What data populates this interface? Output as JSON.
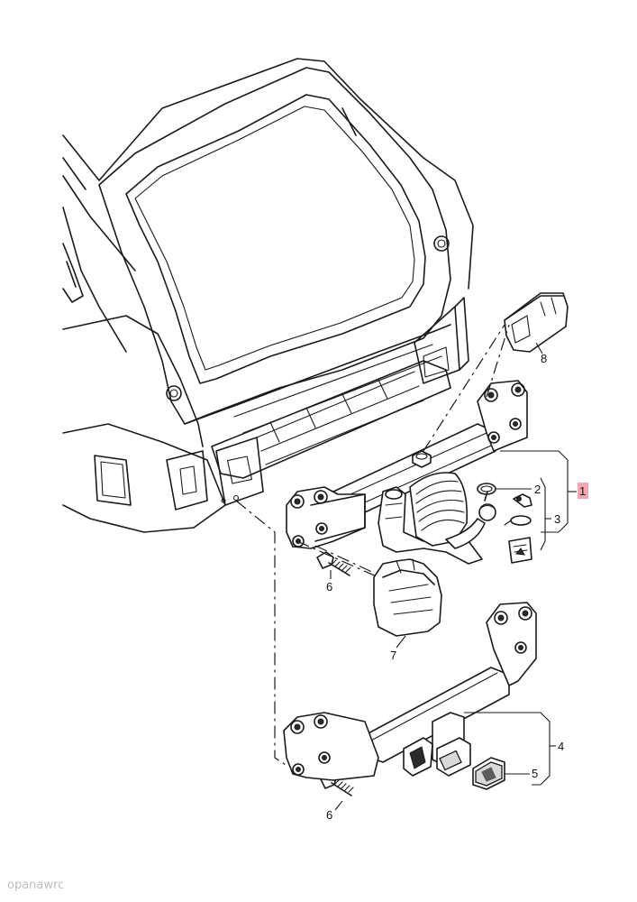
{
  "diagram": {
    "callouts": {
      "c1": "1",
      "c2": "2",
      "c3": "3",
      "c4": "4",
      "c5": "5",
      "c6a": "6",
      "c6b": "6",
      "c7": "7",
      "c8": "8"
    },
    "highlight_color": "#f4a6b0",
    "watermark": "opanawrc"
  }
}
